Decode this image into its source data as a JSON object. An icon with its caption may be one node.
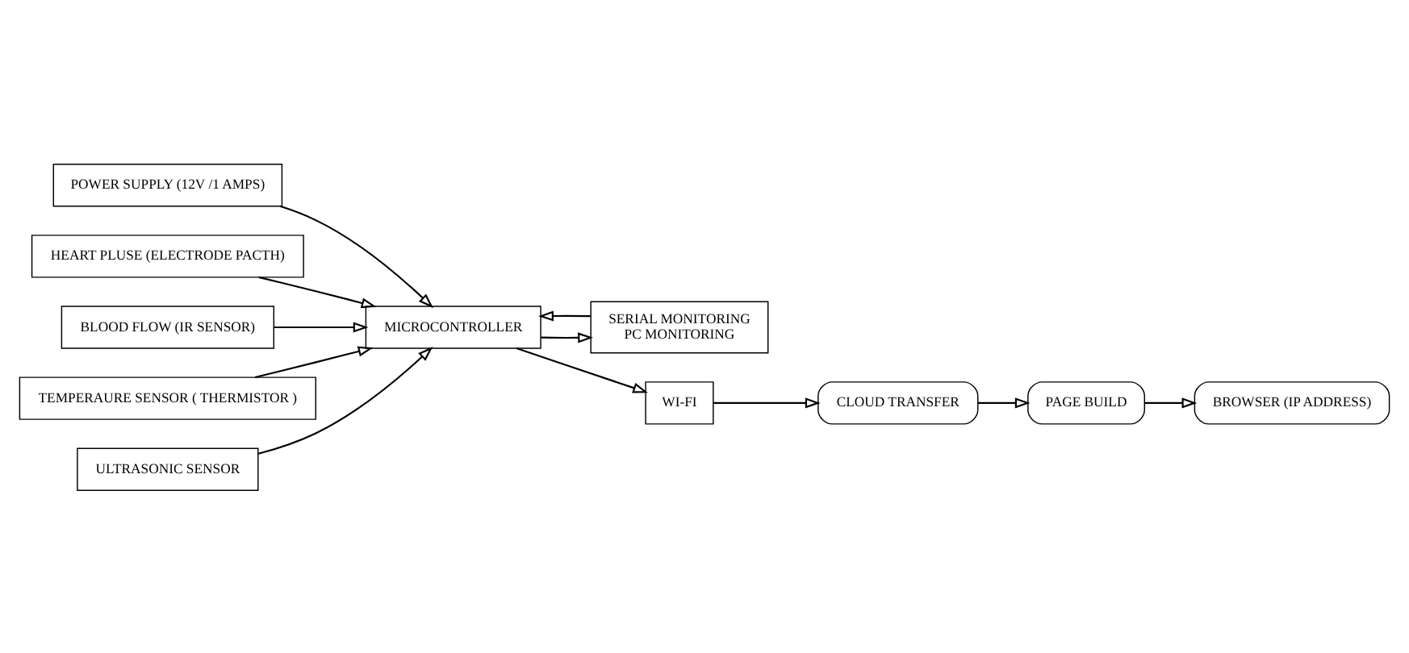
{
  "diagram": {
    "nodes": [
      {
        "text": [
          "POWER SUPPLY (12V /1 AMPS)"
        ]
      },
      {
        "text": [
          "HEART PLUSE (ELECTRODE PACTH)"
        ]
      },
      {
        "text": [
          "BLOOD FLOW (IR SENSOR)"
        ]
      },
      {
        "text": [
          "TEMPERAURE SENSOR ( THERMISTOR )"
        ]
      },
      {
        "text": [
          "ULTRASONIC SENSOR"
        ]
      },
      {
        "text": [
          "MICROCONTROLLER"
        ]
      },
      {
        "text": [
          "SERIAL MONITORING",
          "PC MONITORING"
        ]
      },
      {
        "text": [
          "WI-FI"
        ]
      },
      {
        "text": [
          "CLOUD TRANSFER"
        ]
      },
      {
        "text": [
          "PAGE BUILD"
        ]
      },
      {
        "text": [
          "BROWSER (IP ADDRESS)"
        ]
      }
    ],
    "edges": [
      {
        "from": 0,
        "to": 5,
        "arrow": "to"
      },
      {
        "from": 1,
        "to": 5,
        "arrow": "to"
      },
      {
        "from": 2,
        "to": 5,
        "arrow": "to"
      },
      {
        "from": 3,
        "to": 5,
        "arrow": "to"
      },
      {
        "from": 4,
        "to": 5,
        "arrow": "to"
      },
      {
        "from": 5,
        "to": 6,
        "arrow": "to"
      },
      {
        "from": 6,
        "to": 5,
        "arrow": "to"
      },
      {
        "from": 5,
        "to": 7,
        "arrow": "to"
      },
      {
        "from": 7,
        "to": 8,
        "arrow": "to"
      },
      {
        "from": 8,
        "to": 9,
        "arrow": "to"
      },
      {
        "from": 9,
        "to": 10,
        "arrow": "to"
      }
    ]
  }
}
